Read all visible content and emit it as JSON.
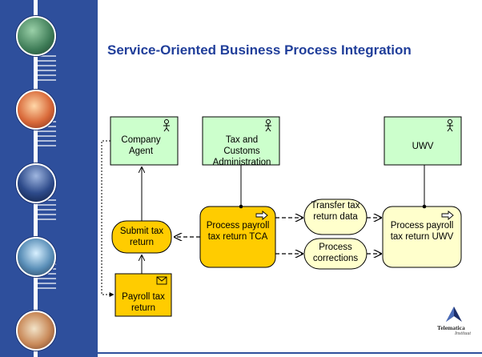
{
  "title": "Service-Oriented Business Process Integration",
  "colors": {
    "sidebar": "#2e4f9c",
    "title": "#203e9a",
    "role_fill": "#ccffcc",
    "process_fill": "#ffcc00",
    "service_fill": "#ffffcc",
    "object_fill": "#ffcc00"
  },
  "roles": {
    "company_agent": "Company Agent",
    "tax_customs": "Tax and Customs Administration",
    "uwv": "UWV"
  },
  "processes": {
    "submit": "Submit tax return",
    "process_tca": "Process payroll tax return TCA",
    "process_uwv": "Process payroll tax return UWV"
  },
  "services": {
    "transfer": "Transfer tax return data",
    "corrections": "Process corrections"
  },
  "object": {
    "payroll_return": "Payroll tax return"
  },
  "logo": {
    "name": "Telematica",
    "sub": "Instituut"
  }
}
